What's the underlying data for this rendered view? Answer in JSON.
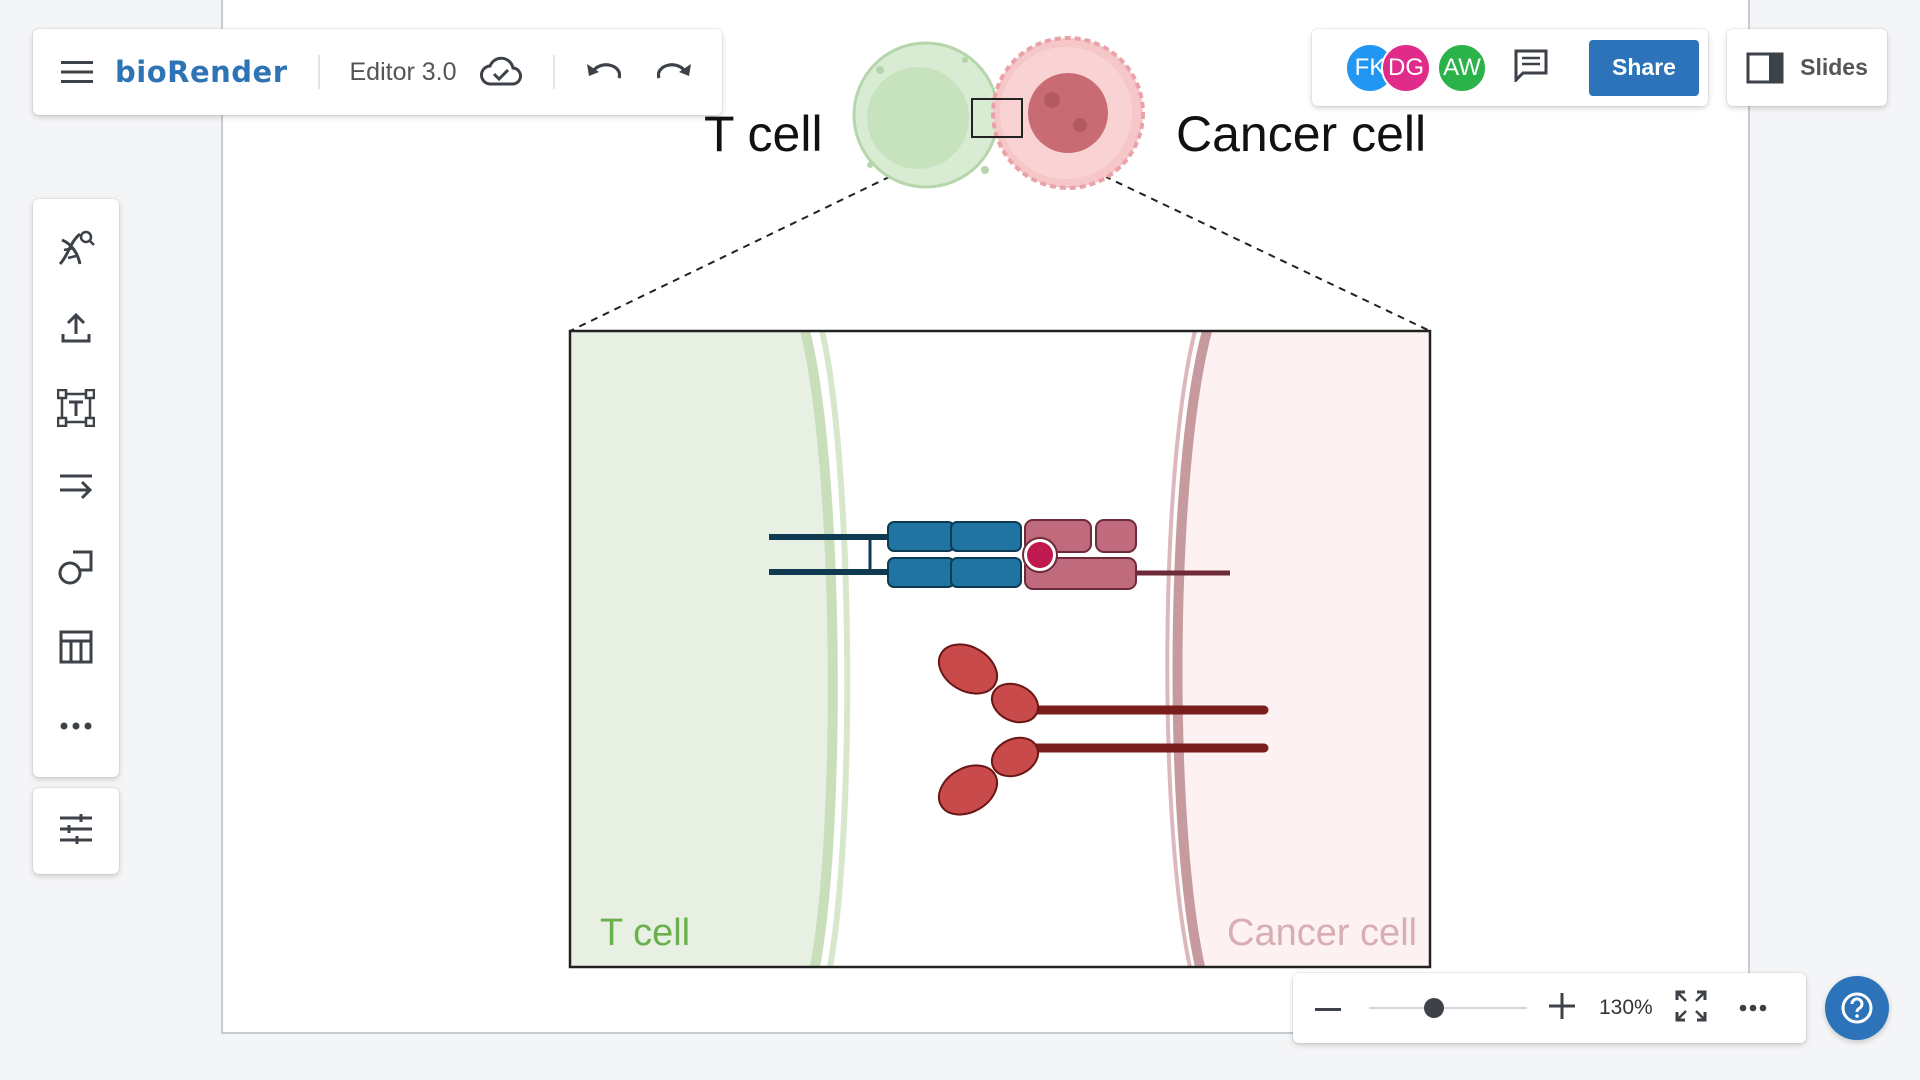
{
  "app": {
    "logo": "bioRender",
    "editor_version": "Editor 3.0"
  },
  "collaborators": [
    {
      "initials": "FK",
      "color": "#2196f3"
    },
    {
      "initials": "DG",
      "color": "#e02b8a"
    },
    {
      "initials": "AW",
      "color": "#2bb34a"
    }
  ],
  "toolbar": {
    "share_label": "Share",
    "slides_label": "Slides"
  },
  "zoom": {
    "level_label": "130%",
    "slider_fraction": 0.4
  },
  "canvas": {
    "t_cell_label": "T cell",
    "cancer_cell_label": "Cancer cell",
    "inset_t_cell_label": "T cell",
    "inset_cancer_cell_label": "Cancer cell"
  },
  "colors": {
    "accent": "#2c73b9",
    "t_cell_green": "#6ab04c",
    "cancer_pink": "#d39aa2",
    "receptor_blue": "#1f74a1",
    "ligand_pink": "#c06b7d",
    "antibody_red": "#c94a4a"
  },
  "icons": {
    "menu": "hamburger-menu-icon",
    "cloud": "cloud-saved-icon",
    "undo": "undo-icon",
    "redo": "redo-icon",
    "icons_tool": "dna-search-icon",
    "upload": "upload-icon",
    "text": "text-tool-icon",
    "lines": "arrow-line-icon",
    "shapes": "shapes-icon",
    "templates": "layout-template-icon",
    "more": "more-icon",
    "settings": "sliders-icon",
    "comment": "comment-icon",
    "slides": "slides-panel-icon",
    "zoom_out": "minus-icon",
    "zoom_in": "plus-icon",
    "fit": "fit-screen-icon",
    "help": "help-icon"
  }
}
